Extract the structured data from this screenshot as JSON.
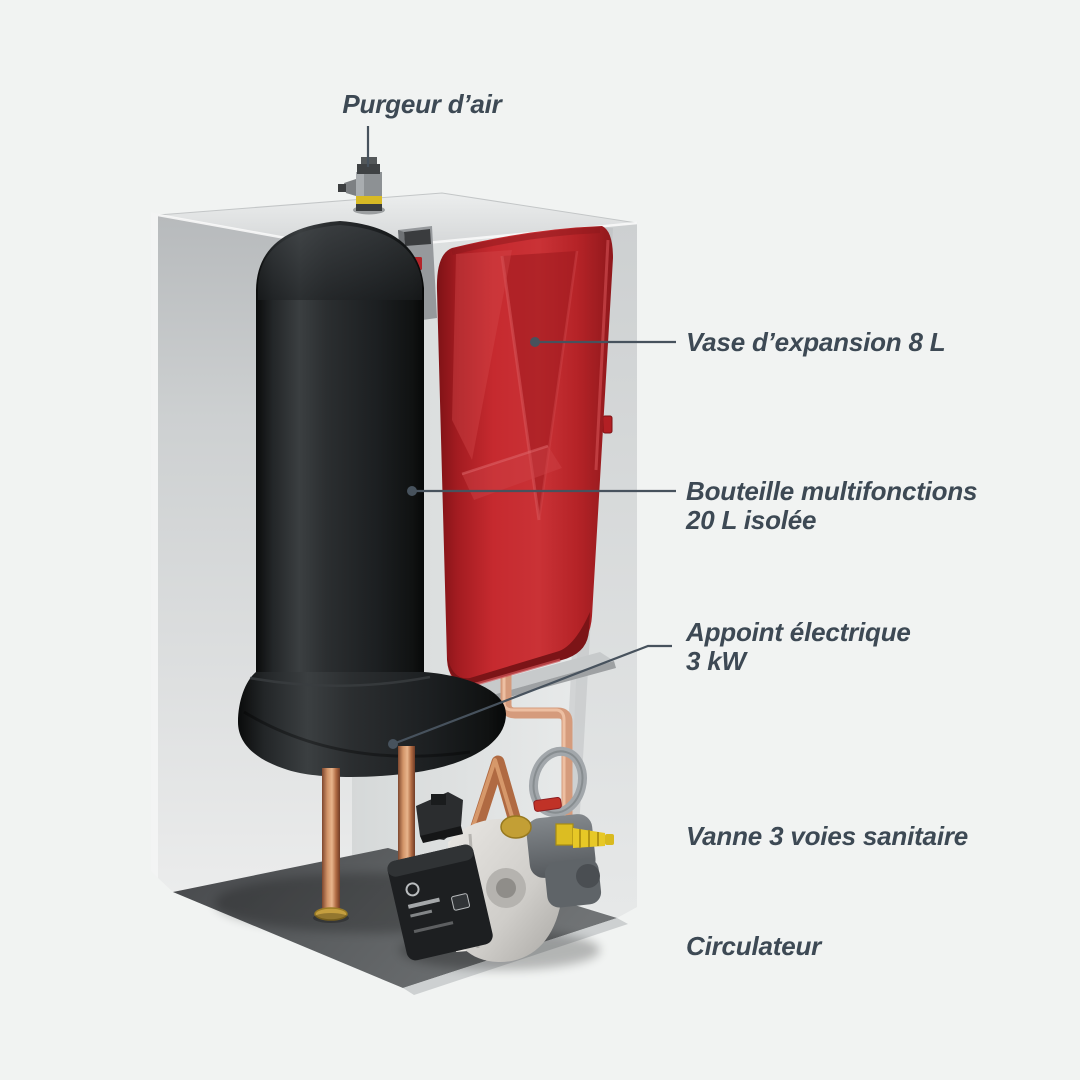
{
  "background": "#f1f3f2",
  "annotations": {
    "purgeur": {
      "label": "Purgeur d’air"
    },
    "vase": {
      "label": "Vase d’expansion 8 L"
    },
    "bouteille": {
      "line1": "Bouteille multifonctions",
      "line2": "20 L isolée"
    },
    "appoint": {
      "line1": "Appoint électrique",
      "line2": "3 kW"
    },
    "vanne": {
      "label": "Vanne 3 voies sanitaire"
    },
    "circulateur": {
      "label": "Circulateur"
    }
  },
  "components": [
    {
      "id": "air-vent-valve",
      "label_ref": "purgeur"
    },
    {
      "id": "expansion-vessel",
      "label_ref": "vase"
    },
    {
      "id": "buffer-tank",
      "label_ref": "bouteille"
    },
    {
      "id": "electric-backup",
      "label_ref": "appoint"
    },
    {
      "id": "three-way-valve",
      "label_ref": "vanne"
    },
    {
      "id": "circulator-pump",
      "label_ref": "circulateur"
    }
  ],
  "colors": {
    "label_text": "#3d4954",
    "leader_line": "#47525d",
    "cabinet_grey": "#d9dcdc",
    "floor_grey": "#595c5e",
    "tank_black": "#1f2224",
    "vessel_red": "#c0262b",
    "copper": "#b4714c",
    "brass": "#c39f35",
    "fitting_yellow": "#e0c122",
    "pump_body_grey": "#d9d7d3",
    "pump_box_black": "#1d1f21"
  }
}
